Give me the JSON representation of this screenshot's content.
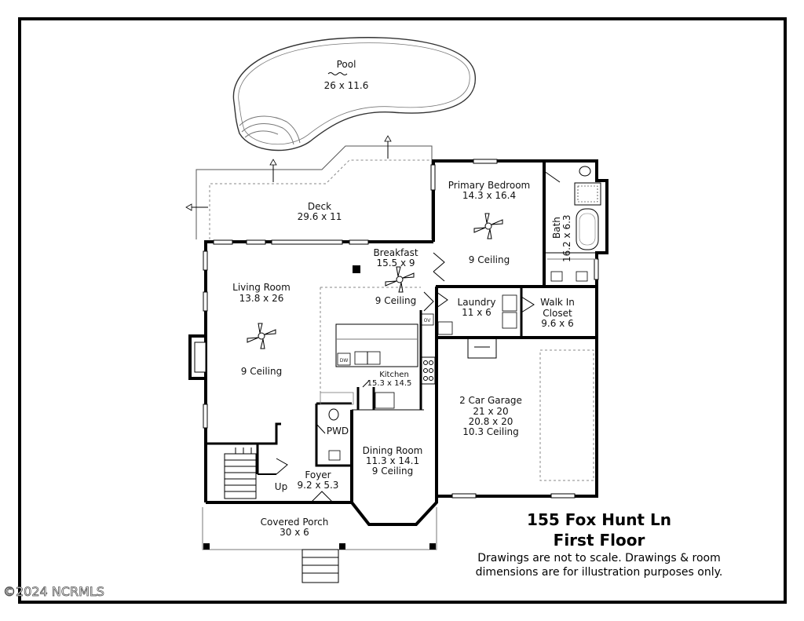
{
  "title": {
    "address": "155 Fox Hunt Ln",
    "floor": "First Floor"
  },
  "disclaimer": {
    "line1": "Drawings are not to scale. Drawings & room",
    "line2": "dimensions are for illustration purposes only."
  },
  "watermark": "©2024 NCRMLS",
  "rooms": {
    "pool": {
      "name": "Pool",
      "dims": "26 x 11.6"
    },
    "deck": {
      "name": "Deck",
      "dims": "29.6 x 11"
    },
    "primary_bedroom": {
      "name": "Primary Bedroom",
      "dims": "14.3 x 16.4",
      "ceiling": "9 Ceiling"
    },
    "bath": {
      "name": "Bath",
      "dims": "16.2 x 6.3"
    },
    "breakfast": {
      "name": "Breakfast",
      "dims": "15.5 x 9",
      "ceiling": "9 Ceiling"
    },
    "living_room": {
      "name": "Living Room",
      "dims": "13.8 x 26",
      "ceiling": "9 Ceiling"
    },
    "laundry": {
      "name": "Laundry",
      "dims": "11 x 6"
    },
    "walk_in_closet": {
      "name1": "Walk In",
      "name2": "Closet",
      "dims": "9.6 x 6"
    },
    "kitchen": {
      "name": "Kitchen",
      "dims": "15.3 x 14.5"
    },
    "garage": {
      "name": "2 Car Garage",
      "dims1": "21 x 20",
      "dims2": "20.8 x 20",
      "ceiling": "10.3 Ceiling"
    },
    "pwd": {
      "name": "PWD"
    },
    "dining_room": {
      "name": "Dining Room",
      "dims": "11.3 x 14.1",
      "ceiling": "9 Ceiling"
    },
    "foyer": {
      "name": "Foyer",
      "dims": "9.2 x 5.3"
    },
    "stairs": {
      "label": "Up"
    },
    "covered_porch": {
      "name": "Covered Porch",
      "dims": "30 x 6"
    }
  },
  "appliances": {
    "dishwasher": "DW",
    "oven": "OV"
  }
}
